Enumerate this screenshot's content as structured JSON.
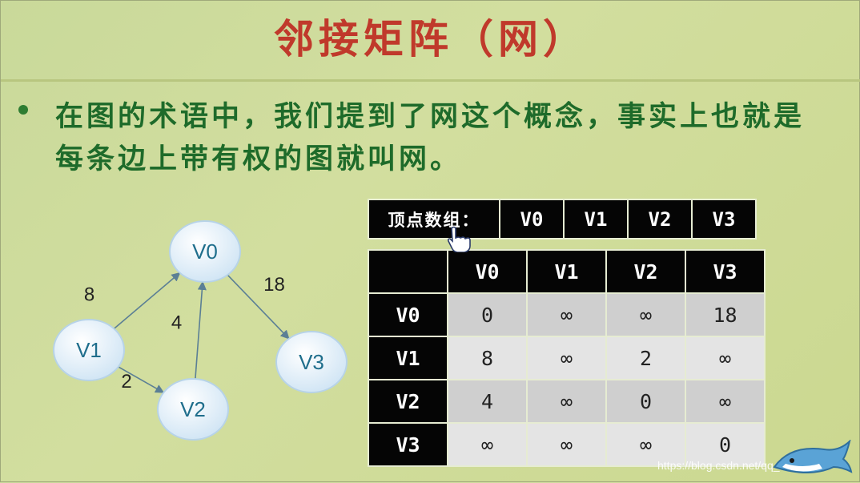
{
  "title": "邻接矩阵（网）",
  "bullet_text": "在图的术语中，我们提到了网这个概念，事实上也就是每条边上带有权的图就叫网。",
  "graph": {
    "vertices": [
      "V0",
      "V1",
      "V2",
      "V3"
    ],
    "edges": [
      {
        "from": "V1",
        "to": "V0",
        "weight": "8"
      },
      {
        "from": "V0",
        "to": "V3",
        "weight": "18"
      },
      {
        "from": "V2",
        "to": "V0",
        "weight": "4"
      },
      {
        "from": "V1",
        "to": "V2",
        "weight": "2"
      }
    ]
  },
  "vertex_array": {
    "label": "顶点数组：",
    "values": [
      "V0",
      "V1",
      "V2",
      "V3"
    ]
  },
  "matrix": {
    "col_headers": [
      "V0",
      "V1",
      "V2",
      "V3"
    ],
    "rows": [
      {
        "label": "V0",
        "cells": [
          "0",
          "∞",
          "∞",
          "18"
        ]
      },
      {
        "label": "V1",
        "cells": [
          "8",
          "∞",
          "2",
          "∞"
        ]
      },
      {
        "label": "V2",
        "cells": [
          "4",
          "∞",
          "0",
          "∞"
        ]
      },
      {
        "label": "V3",
        "cells": [
          "∞",
          "∞",
          "∞",
          "0"
        ]
      }
    ]
  },
  "watermark": "https://blog.csdn.net/qq_41433183",
  "colors": {
    "title": "#c0392b",
    "bullet_text": "#1e6b2a",
    "vertex_fill": "#e8f3fb",
    "edge": "#5b7f95",
    "table_header": "#050505"
  }
}
